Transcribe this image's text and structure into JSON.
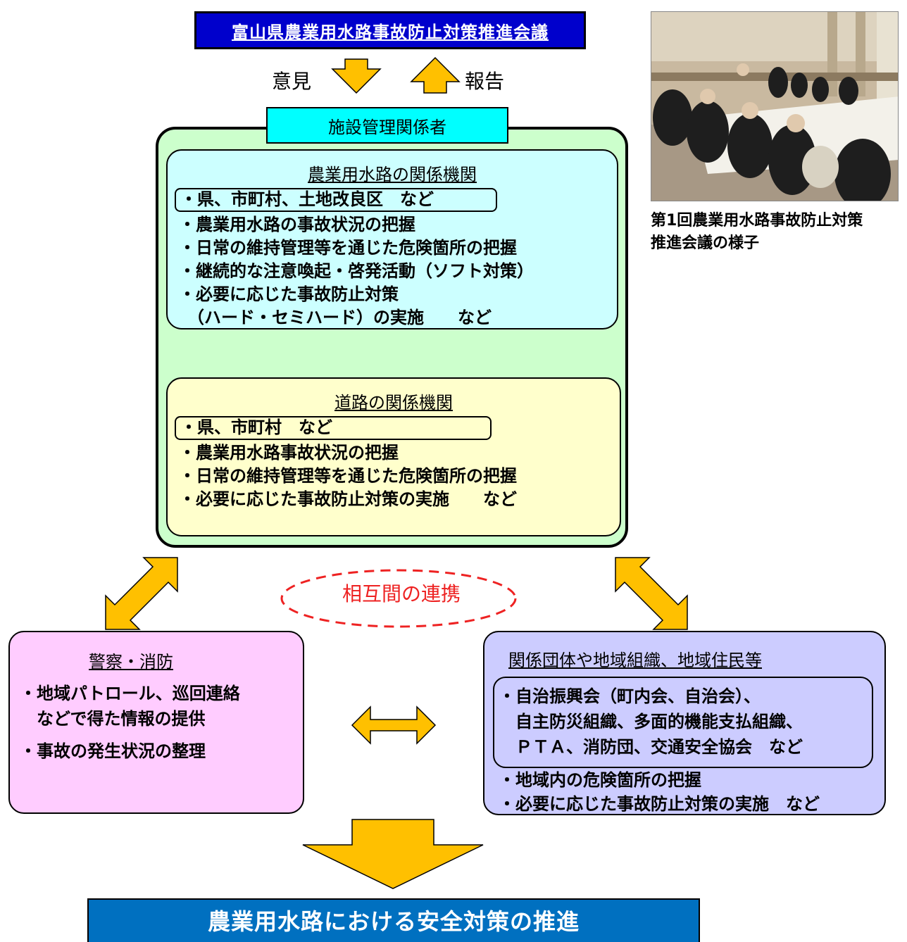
{
  "council": {
    "title": "富山県農業用水路事故防止対策推進会議"
  },
  "flow": {
    "opinion": "意見",
    "report": "報告"
  },
  "photo": {
    "caption_line1": "第1回農業用水路事故防止対策",
    "caption_line2": "推進会議の様子"
  },
  "facility": {
    "title": "施設管理関係者",
    "agri": {
      "title": "農業用水路の関係機関",
      "members": "・県、市町村、土地改良区　など",
      "items": [
        "・農業用水路の事故状況の把握",
        "・日常の維持管理等を通じた危険箇所の把握",
        "・継続的な注意喚起・啓発活動（ソフト対策）",
        "・必要に応じた事故防止対策",
        "　（ハード・セミハード）の実施　　など"
      ]
    },
    "road": {
      "title": "道路の関係機関",
      "members": "・県、市町村　など",
      "items": [
        "・農業用水路事故状況の把握",
        "・日常の維持管理等を通じた危険箇所の把握",
        "・必要に応じた事故防止対策の実施　　など"
      ]
    }
  },
  "cooperation": "相互間の連携",
  "police": {
    "title": "警察・消防",
    "items": [
      "・地域パトロール、巡回連絡",
      "　などで得た情報の提供",
      "・事故の発生状況の整理"
    ]
  },
  "community": {
    "title": "関係団体や地域組織、地域住民等",
    "members": [
      "・自治振興会（町内会、自治会）、",
      "　自主防災組織、多面的機能支払組織、",
      "　ＰＴＡ、消防団、交通安全協会　など"
    ],
    "items": [
      "・地域内の危険箇所の把握",
      "・必要に応じた事故防止対策の実施　など"
    ]
  },
  "result": "農業用水路における安全対策の推進",
  "colors": {
    "arrow": "#ffc000",
    "council": "#0000cc",
    "facility": "#ccffcc",
    "agri": "#ccffff",
    "road": "#ffffcc",
    "police": "#ffccff",
    "community": "#ccccff",
    "result": "#0070c0",
    "cooperation": "#ee2222"
  }
}
